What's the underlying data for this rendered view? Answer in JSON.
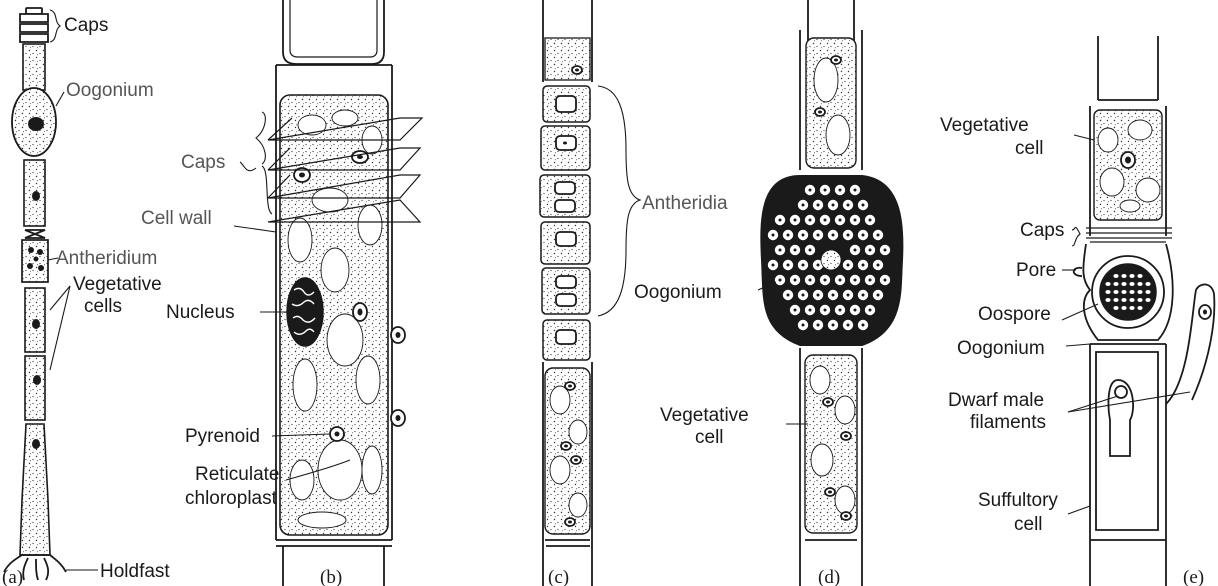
{
  "figure": {
    "panel_a": {
      "tag": "(a)",
      "labels": {
        "caps": "Caps",
        "oogonium": "Oogonium",
        "antheridium": "Antheridium",
        "vegetative_cells": [
          "Vegetative",
          "cells"
        ],
        "holdfast": "Holdfast"
      }
    },
    "panel_b": {
      "tag": "(b)",
      "labels": {
        "caps": "Caps",
        "cell_wall": "Cell wall",
        "nucleus": "Nucleus",
        "pyrenoid": "Pyrenoid",
        "reticulate_chloroplast": [
          "Reticulate",
          "chloroplast"
        ]
      }
    },
    "panel_c": {
      "tag": "(c)",
      "labels": {
        "antheridia": "Antheridia"
      }
    },
    "panel_d": {
      "tag": "(d)",
      "labels": {
        "oogonium": "Oogonium",
        "vegetative_cell": [
          "Vegetative",
          "cell"
        ]
      }
    },
    "panel_e": {
      "tag": "(e)",
      "labels": {
        "vegetative_cell": [
          "Vegetative",
          "cell"
        ],
        "caps": "Caps",
        "pore": "Pore",
        "oospore": "Oospore",
        "oogonium": "Oogonium",
        "dwarf_male_filaments": [
          "Dwarf male",
          "filaments"
        ],
        "suffultory_cell": [
          "Suffultory",
          "cell"
        ]
      }
    }
  },
  "colors": {
    "ink": "#1a1a1a",
    "label_grey": "#555555",
    "background": "#ffffff"
  }
}
